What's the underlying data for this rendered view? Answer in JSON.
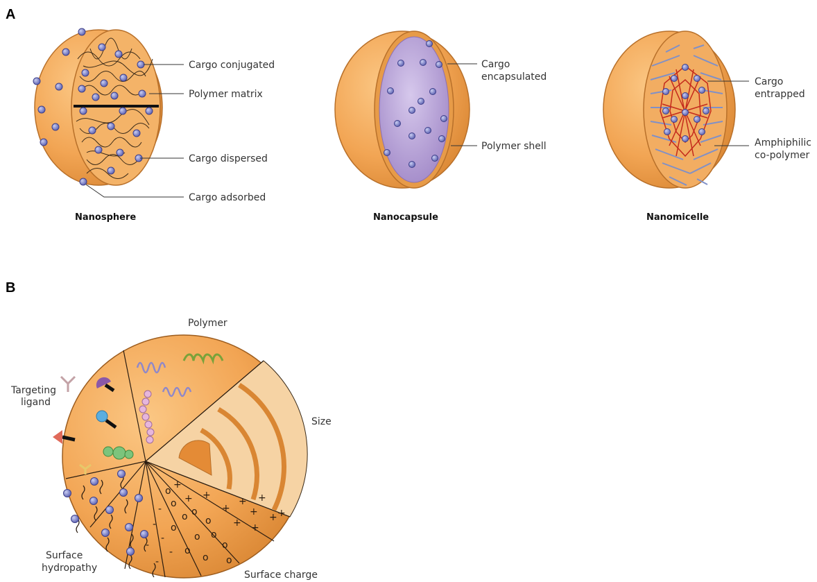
{
  "panel_a": {
    "letter": "A",
    "nanosphere": {
      "caption": "Nanosphere",
      "labels": [
        "Cargo conjugated",
        "Polymer matrix",
        "Cargo dispersed",
        "Cargo adsorbed"
      ]
    },
    "nanocapsule": {
      "caption": "Nanocapsule",
      "labels": [
        "Cargo",
        "encapsulated",
        "Polymer shell"
      ]
    },
    "nanomicelle": {
      "caption": "Nanomicelle",
      "labels": [
        "Cargo",
        "entrapped",
        "Amphiphilic",
        "co-polymer"
      ]
    }
  },
  "panel_b": {
    "letter": "B",
    "labels": {
      "polymer": "Polymer",
      "targeting_1": "Targeting",
      "targeting_2": "ligand",
      "size": "Size",
      "surface_hydropathy_1": "Surface",
      "surface_hydropathy_2": "hydropathy",
      "surface_charge": "Surface charge"
    }
  },
  "colors": {
    "particle_orange": "#f2a554",
    "particle_dark": "#c97a2e",
    "capsule_purple": "#b49ed4",
    "cargo_blue": "#6f74c4",
    "micelle_red": "#c42a1c",
    "micelle_blue": "#7f90c8"
  }
}
